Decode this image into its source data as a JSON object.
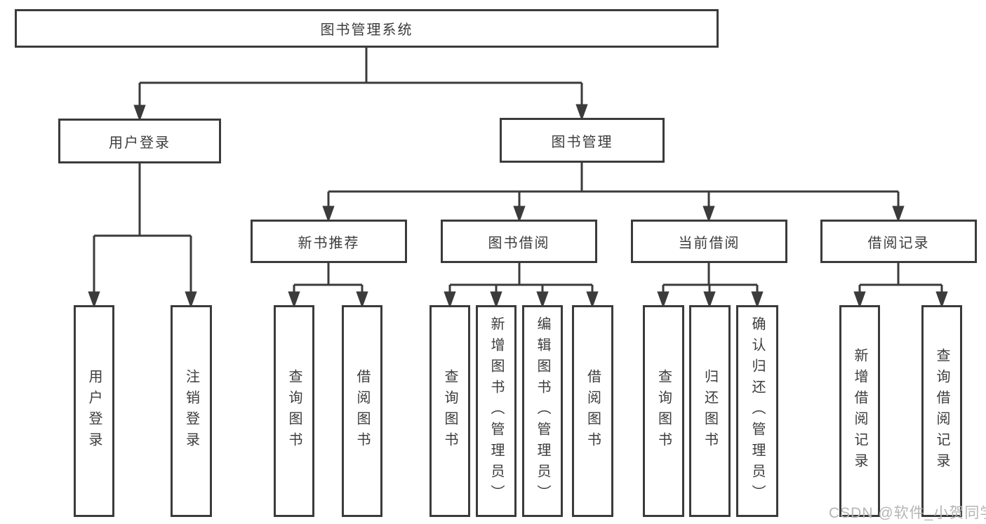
{
  "root": {
    "label": "图书管理系统"
  },
  "level2": [
    {
      "label": "用户登录"
    },
    {
      "label": "图书管理"
    }
  ],
  "level3": [
    {
      "label": "新书推荐"
    },
    {
      "label": "图书借阅"
    },
    {
      "label": "当前借阅"
    },
    {
      "label": "借阅记录"
    }
  ],
  "leaves": {
    "user_login": [
      {
        "label": "用户登录"
      },
      {
        "label": "注销登录"
      }
    ],
    "new_book": [
      {
        "label": "查询图书"
      },
      {
        "label": "借阅图书"
      }
    ],
    "borrow": [
      {
        "label": "查询图书"
      },
      {
        "label": "新增图书（管理员）"
      },
      {
        "label": "编辑图书（管理员）"
      },
      {
        "label": "借阅图书"
      }
    ],
    "current": [
      {
        "label": "查询图书"
      },
      {
        "label": "归还图书"
      },
      {
        "label": "确认归还（管理员）"
      }
    ],
    "records": [
      {
        "label": "新增借阅记录"
      },
      {
        "label": "查询借阅记录"
      }
    ]
  },
  "watermark": "CSDN @软件_小贺同学",
  "colors": {
    "line": "#3b3b3b",
    "text": "#3c3c3c",
    "watermark": "#b5b5b5"
  }
}
